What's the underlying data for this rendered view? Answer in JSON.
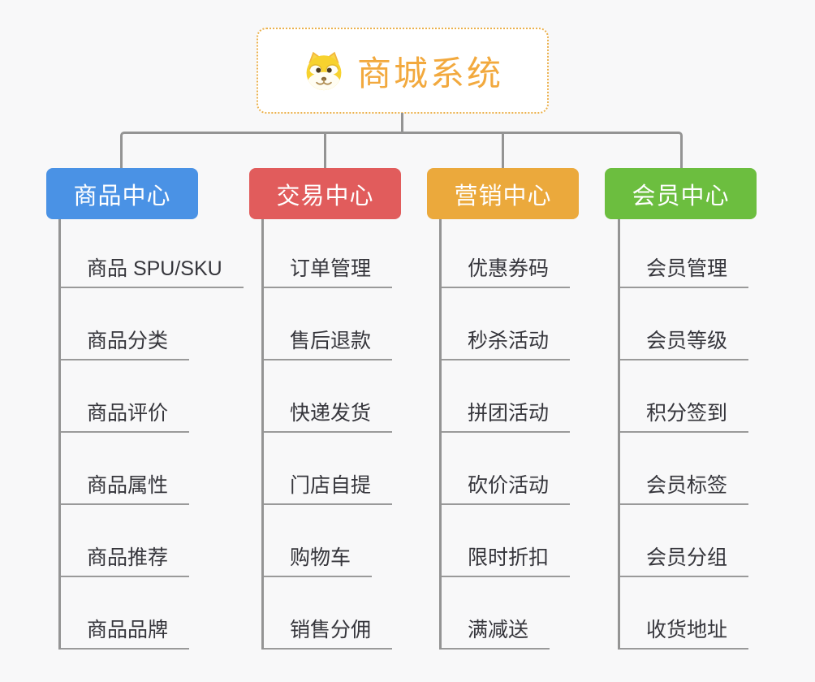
{
  "root": {
    "title": "商城系统",
    "icon": "doge-icon"
  },
  "branches": [
    {
      "label": "商品中心",
      "color": "#4a92e5",
      "items": [
        "商品 SPU/SKU",
        "商品分类",
        "商品评价",
        "商品属性",
        "商品推荐",
        "商品品牌"
      ]
    },
    {
      "label": "交易中心",
      "color": "#e15c5c",
      "items": [
        "订单管理",
        "售后退款",
        "快递发货",
        "门店自提",
        "购物车",
        "销售分佣"
      ]
    },
    {
      "label": "营销中心",
      "color": "#eba93c",
      "items": [
        "优惠券码",
        "秒杀活动",
        "拼团活动",
        "砍价活动",
        "限时折扣",
        "满减送"
      ]
    },
    {
      "label": "会员中心",
      "color": "#6cbe3f",
      "items": [
        "会员管理",
        "会员等级",
        "积分签到",
        "会员标签",
        "会员分组",
        "收货地址"
      ]
    }
  ],
  "colors": {
    "background": "#f8f8f9",
    "connector": "#949494",
    "leaf_underline": "#9a9a9a",
    "leaf_text": "#36363c",
    "root_border": "#ebb14d",
    "root_title": "#f2a93e"
  }
}
